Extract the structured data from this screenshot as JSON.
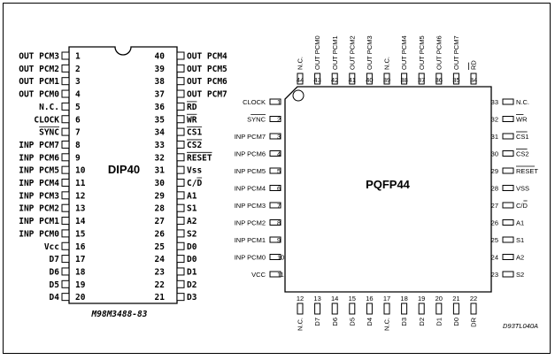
{
  "dip40": {
    "chip_label": "DIP40",
    "part_code": "M98M3488-83",
    "left_pins": [
      {
        "num": "1",
        "name": "OUT PCM3"
      },
      {
        "num": "2",
        "name": "OUT PCM2"
      },
      {
        "num": "3",
        "name": "OUT PCM1"
      },
      {
        "num": "4",
        "name": "OUT PCM0"
      },
      {
        "num": "5",
        "name": "N.C."
      },
      {
        "num": "6",
        "name": "CLOCK"
      },
      {
        "num": "7",
        "name": "SYNC",
        "overline": true
      },
      {
        "num": "8",
        "name": "INP PCM7"
      },
      {
        "num": "9",
        "name": "INP PCM6"
      },
      {
        "num": "10",
        "name": "INP PCM5"
      },
      {
        "num": "11",
        "name": "INP PCM4"
      },
      {
        "num": "12",
        "name": "INP PCM3"
      },
      {
        "num": "13",
        "name": "INP PCM2"
      },
      {
        "num": "14",
        "name": "INP PCM1"
      },
      {
        "num": "15",
        "name": "INP PCM0"
      },
      {
        "num": "16",
        "name": "Vcc"
      },
      {
        "num": "17",
        "name": "D7"
      },
      {
        "num": "18",
        "name": "D6"
      },
      {
        "num": "19",
        "name": "D5"
      },
      {
        "num": "20",
        "name": "D4"
      }
    ],
    "right_pins": [
      {
        "num": "40",
        "name": "OUT PCM4"
      },
      {
        "num": "39",
        "name": "OUT PCM5"
      },
      {
        "num": "38",
        "name": "OUT PCM6"
      },
      {
        "num": "37",
        "name": "OUT PCM7"
      },
      {
        "num": "36",
        "name": "RD",
        "overline": true
      },
      {
        "num": "35",
        "name": "WR",
        "overline": true
      },
      {
        "num": "34",
        "name": "CS1",
        "overline": true
      },
      {
        "num": "33",
        "name": "CS2",
        "overline": true
      },
      {
        "num": "32",
        "name": "RESET",
        "overline": true
      },
      {
        "num": "31",
        "name": "Vss"
      },
      {
        "num": "30",
        "name": "C/D",
        "overline_part": "D"
      },
      {
        "num": "29",
        "name": "A1"
      },
      {
        "num": "28",
        "name": "S1"
      },
      {
        "num": "27",
        "name": "A2"
      },
      {
        "num": "26",
        "name": "S2"
      },
      {
        "num": "25",
        "name": "D0"
      },
      {
        "num": "24",
        "name": "D0"
      },
      {
        "num": "23",
        "name": "D1"
      },
      {
        "num": "22",
        "name": "D2"
      },
      {
        "num": "21",
        "name": "D3"
      }
    ]
  },
  "pqfp44": {
    "chip_label": "PQFP44",
    "part_code": "D93TL040A",
    "top_pins": [
      {
        "num": "44",
        "name": "N.C."
      },
      {
        "num": "43",
        "name": "OUT PCM0"
      },
      {
        "num": "42",
        "name": "OUT PCM1"
      },
      {
        "num": "41",
        "name": "OUT PCM2"
      },
      {
        "num": "40",
        "name": "OUT PCM3"
      },
      {
        "num": "39",
        "name": "N.C."
      },
      {
        "num": "38",
        "name": "OUT PCM4"
      },
      {
        "num": "37",
        "name": "OUT PCM5"
      },
      {
        "num": "36",
        "name": "OUT PCM6"
      },
      {
        "num": "35",
        "name": "OUT PCM7"
      },
      {
        "num": "34",
        "name": "RD",
        "overline": true
      }
    ],
    "left_pins": [
      {
        "num": "1",
        "name": "CLOCK"
      },
      {
        "num": "2",
        "name": "SYNC",
        "overline": true
      },
      {
        "num": "3",
        "name": "INP PCM7"
      },
      {
        "num": "4",
        "name": "INP PCM6"
      },
      {
        "num": "5",
        "name": "INP PCM5"
      },
      {
        "num": "6",
        "name": "INP PCM4"
      },
      {
        "num": "7",
        "name": "INP PCM3"
      },
      {
        "num": "8",
        "name": "INP PCM2"
      },
      {
        "num": "9",
        "name": "INP PCM1"
      },
      {
        "num": "10",
        "name": "INP PCM0"
      },
      {
        "num": "11",
        "name": "VCC"
      }
    ],
    "right_pins": [
      {
        "num": "33",
        "name": "N.C."
      },
      {
        "num": "32",
        "name": "WR",
        "overline": true
      },
      {
        "num": "31",
        "name": "CS1",
        "overline": true
      },
      {
        "num": "30",
        "name": "CS2",
        "overline": true
      },
      {
        "num": "29",
        "name": "RESET",
        "overline": true
      },
      {
        "num": "28",
        "name": "VSS"
      },
      {
        "num": "27",
        "name": "C/D",
        "overline_part": "D"
      },
      {
        "num": "26",
        "name": "A1"
      },
      {
        "num": "25",
        "name": "S1"
      },
      {
        "num": "24",
        "name": "A2"
      },
      {
        "num": "23",
        "name": "S2"
      }
    ],
    "bottom_pins": [
      {
        "num": "12",
        "name": "N.C."
      },
      {
        "num": "13",
        "name": "D7"
      },
      {
        "num": "14",
        "name": "D6"
      },
      {
        "num": "15",
        "name": "D5"
      },
      {
        "num": "16",
        "name": "D4"
      },
      {
        "num": "17",
        "name": "N.C."
      },
      {
        "num": "18",
        "name": "D3"
      },
      {
        "num": "19",
        "name": "D2"
      },
      {
        "num": "20",
        "name": "D1"
      },
      {
        "num": "21",
        "name": "D0"
      },
      {
        "num": "22",
        "name": "DR"
      }
    ]
  }
}
